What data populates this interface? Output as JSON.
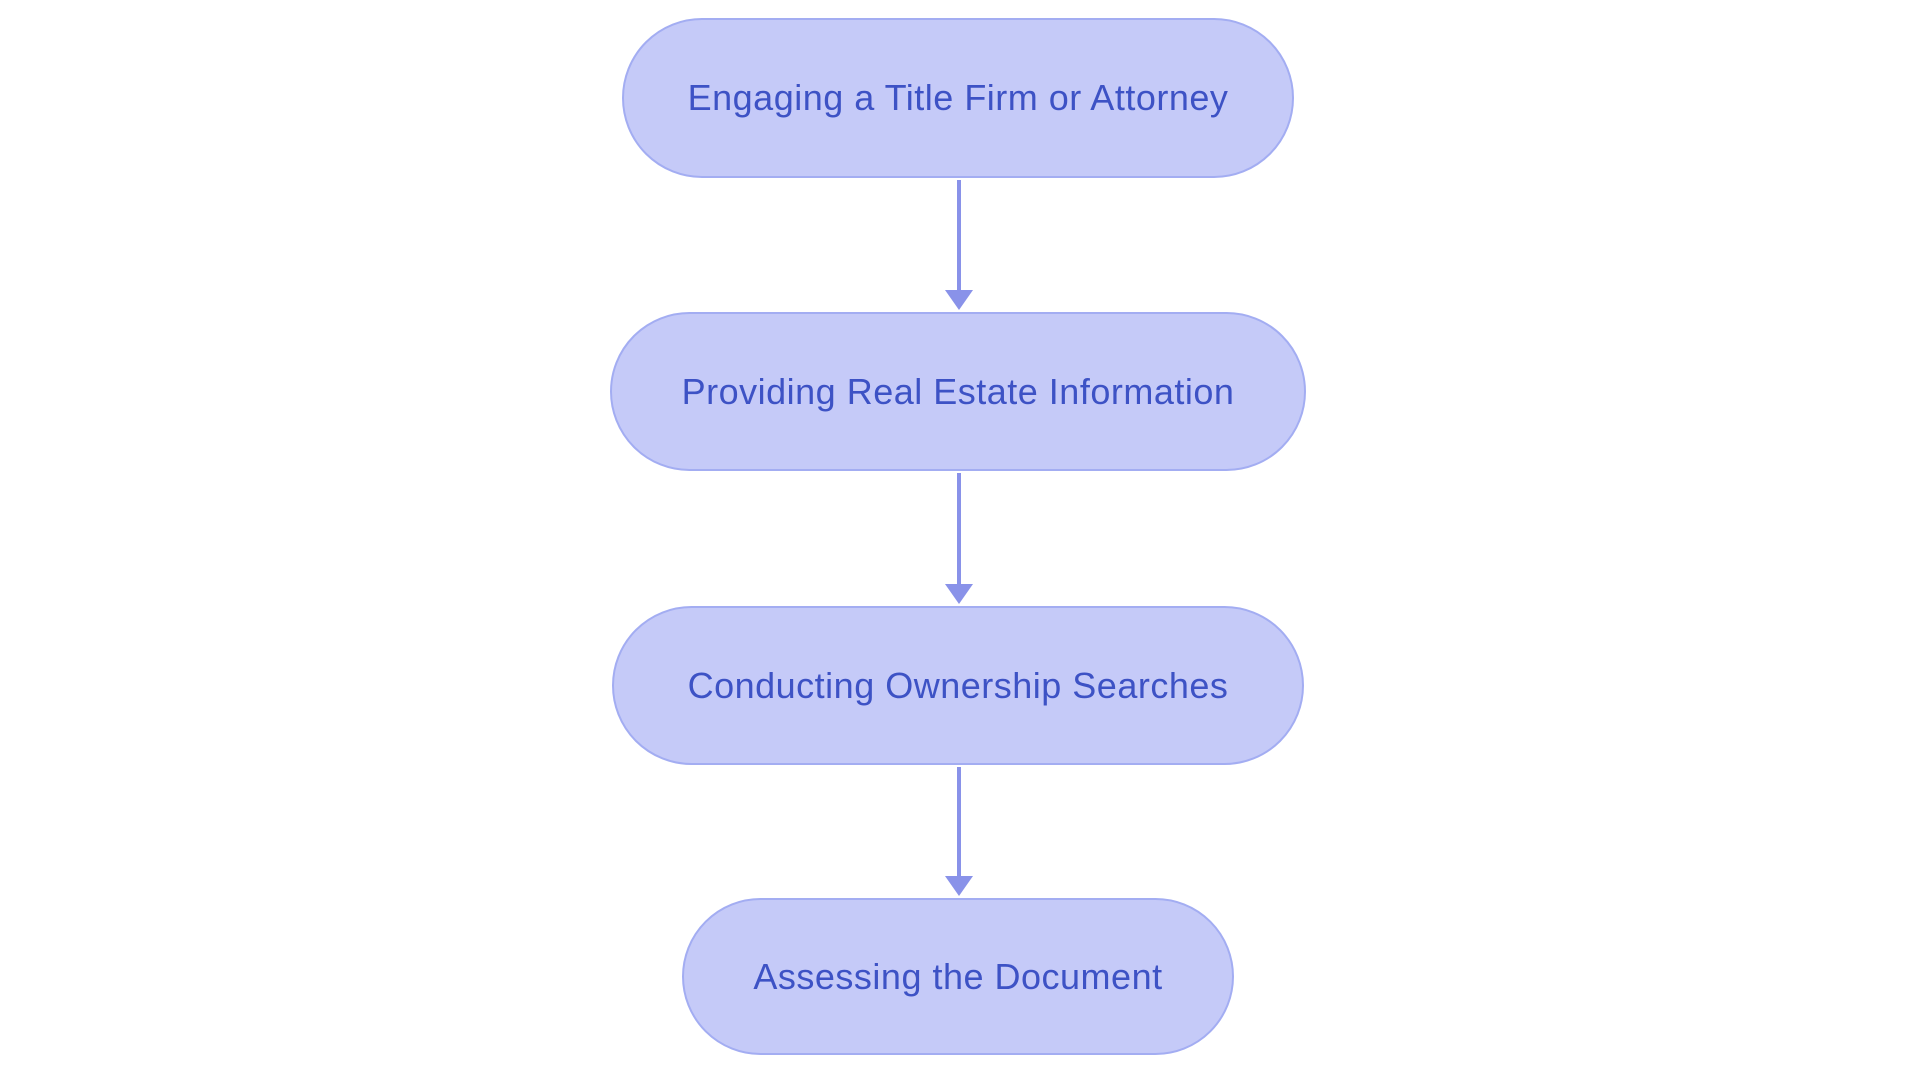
{
  "diagram": {
    "type": "flowchart",
    "direction": "top-to-bottom",
    "background": "#ffffff",
    "node_fill": "#c5caf8",
    "node_border": "#a3adf2",
    "node_text_color": "#3d52c5",
    "arrow_color": "#8992e9",
    "nodes": [
      {
        "label": "Engaging a Title Firm or Attorney"
      },
      {
        "label": "Providing Real Estate Information"
      },
      {
        "label": "Conducting Ownership Searches"
      },
      {
        "label": "Assessing the Document"
      }
    ],
    "edges": [
      {
        "from": 0,
        "to": 1
      },
      {
        "from": 1,
        "to": 2
      },
      {
        "from": 2,
        "to": 3
      }
    ]
  }
}
